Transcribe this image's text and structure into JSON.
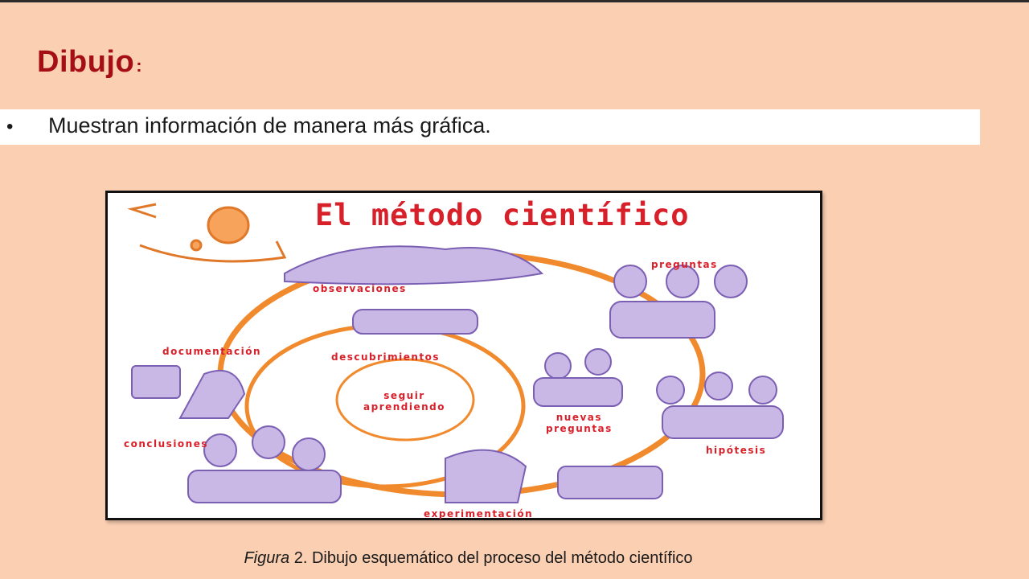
{
  "slide": {
    "title": "Dibujo",
    "title_suffix": ":",
    "bullet_symbol": "•",
    "bullet_text": "Muestran información de manera más gráfica."
  },
  "figure": {
    "title": "El método científico",
    "stages": {
      "observaciones": "observaciones",
      "preguntas": "preguntas",
      "documentacion": "documentación",
      "descubrimientos": "descubrimientos",
      "nuevas_preguntas_1": "nuevas",
      "nuevas_preguntas_2": "preguntas",
      "hipotesis": "hipótesis",
      "conclusiones": "conclusiones",
      "experimentacion": "experimentación",
      "center_1": "seguir",
      "center_2": "aprendiendo"
    }
  },
  "caption": {
    "label": "Figura",
    "number": "2.",
    "text": "Dibujo esquemático del proceso del método científico"
  },
  "colors": {
    "background": "#fbcfb2",
    "title_red": "#a50f14",
    "figure_red": "#d8202a",
    "cycle_orange": "#f08a2c",
    "illustration_purple": "#7b5fb3"
  }
}
